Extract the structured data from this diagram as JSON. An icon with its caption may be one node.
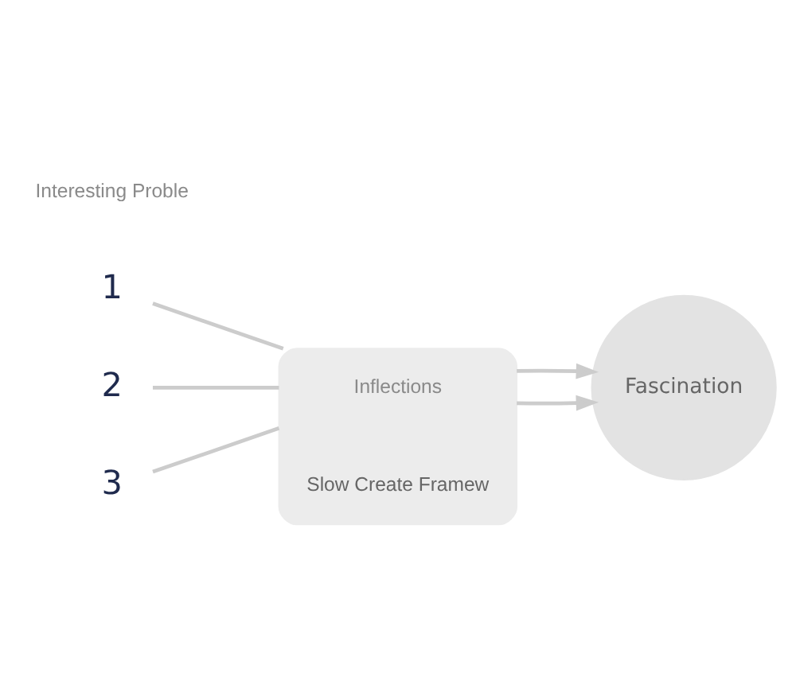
{
  "diagram": {
    "nodes": [
      {
        "text": [
          "1"
        ]
      },
      {
        "text": [
          "2"
        ]
      },
      {
        "text": [
          "3"
        ]
      },
      {
        "text": [],
        "shape": "triangle"
      },
      {
        "text": [
          "Fascination"
        ]
      },
      {
        "text": [
          "Inflections"
        ],
        "in": 3
      },
      {
        "text": [
          "Slow Create Framew"
        ],
        "in": 3
      },
      {
        "text": [
          "Interesting Proble"
        ]
      }
    ],
    "edges": [
      {
        "from": 0,
        "to": 3,
        "arrow": "none"
      },
      {
        "from": 1,
        "to": 3,
        "arrow": "none"
      },
      {
        "from": 2,
        "to": 3,
        "arrow": "none"
      },
      {
        "from": 3,
        "to": 4,
        "arrow": "to"
      },
      {
        "from": 3,
        "to": 4,
        "arrow": "to"
      }
    ]
  }
}
